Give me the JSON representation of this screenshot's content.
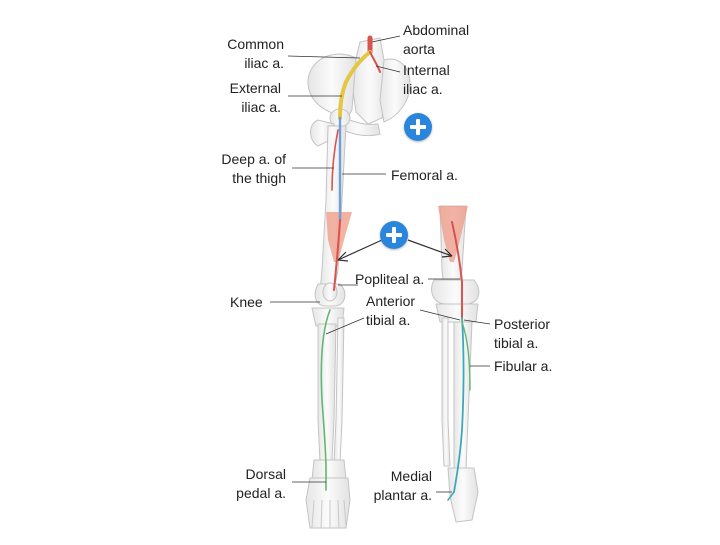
{
  "colors": {
    "bone": "#f2f2f2",
    "bone_outline": "#c9c9c9",
    "aorta": "#e5c642",
    "artery_red": "#d9534f",
    "artery_blue": "#6f9fd8",
    "artery_green": "#5fb874",
    "muscle": "#ef9a86",
    "leader_line": "#333333",
    "plus_button": "#2a86dc"
  },
  "labels": {
    "abdominal_aorta": "Abdominal\naorta",
    "common_iliac": "Common\niliac a.",
    "internal_iliac": "Internal\niliac a.",
    "external_iliac": "External\niliac a.",
    "deep_thigh": "Deep a. of\nthe thigh",
    "femoral": "Femoral a.",
    "popliteal": "Popliteal a.",
    "knee": "Knee",
    "anterior_tibial": "Anterior\ntibial a.",
    "posterior_tibial": "Posterior\ntibial a.",
    "fibular": "Fibular a.",
    "dorsal_pedal": "Dorsal\npedal a.",
    "medial_plantar": "Medial\nplantar a."
  },
  "buttons": {
    "plus_icon": "plus-icon"
  }
}
